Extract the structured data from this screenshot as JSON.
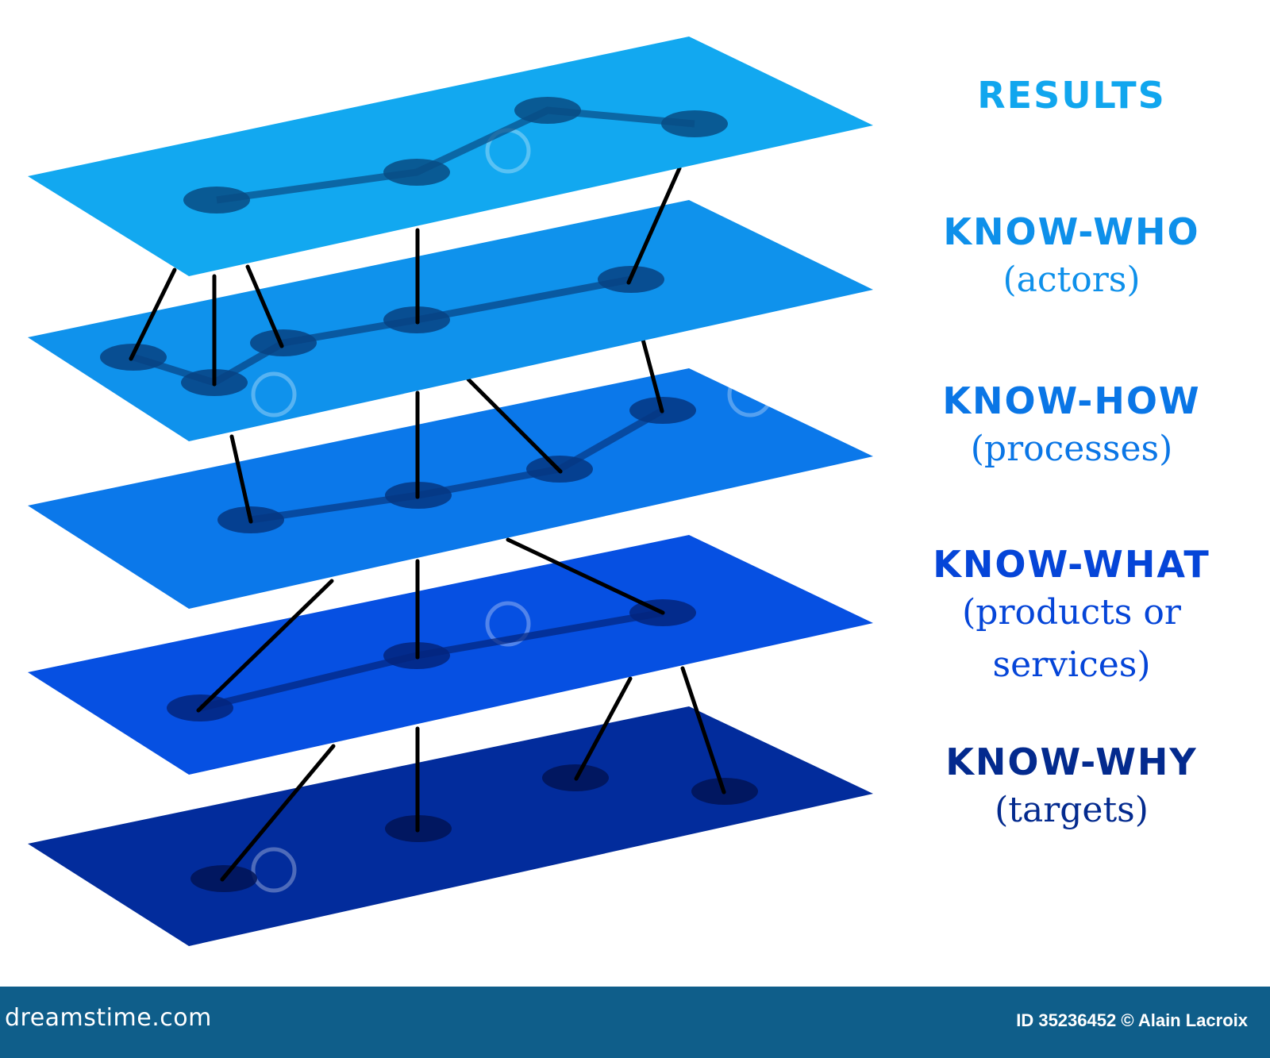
{
  "layers": [
    {
      "title": "RESULTS",
      "subtitle": "",
      "color": "#12a8f0",
      "title_color": "#11a6ee"
    },
    {
      "title": "KNOW-WHO",
      "subtitle": "(actors)",
      "color": "#0f92ec",
      "title_color": "#0e90ea"
    },
    {
      "title": "KNOW-HOW",
      "subtitle": "(processes)",
      "color": "#0b78ea",
      "title_color": "#0a76e6"
    },
    {
      "title": "KNOW-WHAT",
      "subtitle": "(products or services)",
      "color": "#0650e2",
      "title_color": "#0545d8"
    },
    {
      "title": "KNOW-WHY",
      "subtitle": "(targets)",
      "color": "#022c9c",
      "title_color": "#032a8e"
    }
  ],
  "footer": {
    "brand": "dreamstime.com",
    "credit": "ID 35236452 © Alain Lacroix",
    "background": "#0f5e8a"
  },
  "watermark": "dreamstime"
}
